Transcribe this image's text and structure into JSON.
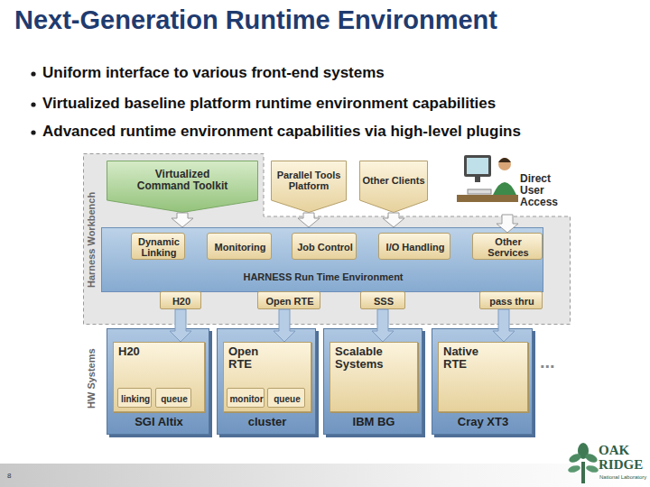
{
  "diagram": {
    "title": "Next-Generation Runtime Environment",
    "nodes": [
      {
        "text": [
          "Harness Workbench"
        ]
      },
      {
        "text": [
          "Virtualized Command Toolkit"
        ],
        "in": 0
      },
      {
        "text": [
          "Parallel Tools Platform"
        ]
      },
      {
        "text": [
          "Other Clients"
        ]
      },
      {
        "text": [
          "Direct User Access"
        ]
      },
      {
        "text": [
          "HARNESS Run Time Environment"
        ],
        "in": 0
      },
      {
        "text": [
          "Dynamic Linking"
        ],
        "in": 5
      },
      {
        "text": [
          "Monitoring"
        ],
        "in": 5
      },
      {
        "text": [
          "Job Control"
        ],
        "in": 5
      },
      {
        "text": [
          "I/O Handling"
        ],
        "in": 5
      },
      {
        "text": [
          "Other Services"
        ],
        "in": 5
      },
      {
        "text": [
          "H20"
        ],
        "in": 5
      },
      {
        "text": [
          "Open RTE"
        ],
        "in": 5
      },
      {
        "text": [
          "SSS"
        ],
        "in": 5
      },
      {
        "text": [
          "pass thru"
        ],
        "in": 5
      },
      {
        "text": [
          "SGI Altix"
        ]
      },
      {
        "text": [
          "H20"
        ],
        "in": 15
      },
      {
        "text": [
          "linking"
        ],
        "in": 16
      },
      {
        "text": [
          "queue"
        ],
        "in": 16
      },
      {
        "text": [
          "cluster"
        ]
      },
      {
        "text": [
          "Open RTE"
        ],
        "in": 19
      },
      {
        "text": [
          "monitor"
        ],
        "in": 20
      },
      {
        "text": [
          "queue"
        ],
        "in": 20
      },
      {
        "text": [
          "IBM BG"
        ]
      },
      {
        "text": [
          "Scalable Systems"
        ],
        "in": 23
      },
      {
        "text": [
          "Cray XT3"
        ]
      },
      {
        "text": [
          "Native RTE"
        ],
        "in": 25
      }
    ],
    "edges": [
      {
        "from": 1,
        "to": 5,
        "arrow": "to"
      },
      {
        "from": 2,
        "to": 5,
        "arrow": "to"
      },
      {
        "from": 3,
        "to": 5,
        "arrow": "to"
      },
      {
        "from": 4,
        "to": 10,
        "arrow": "to"
      },
      {
        "from": 11,
        "to": 16,
        "arrow": "to"
      },
      {
        "from": 12,
        "to": 20,
        "arrow": "to"
      },
      {
        "from": 13,
        "to": 24,
        "arrow": "to"
      },
      {
        "from": 14,
        "to": 26,
        "arrow": "to"
      }
    ],
    "labels": [
      "Uniform interface to various front-end systems",
      "Virtualized baseline platform runtime environment capabilities",
      "Advanced runtime environment capabilities via high-level plugins",
      "HW Systems",
      "...",
      "8",
      "OAK",
      "RIDGE",
      "National Laboratory"
    ]
  }
}
